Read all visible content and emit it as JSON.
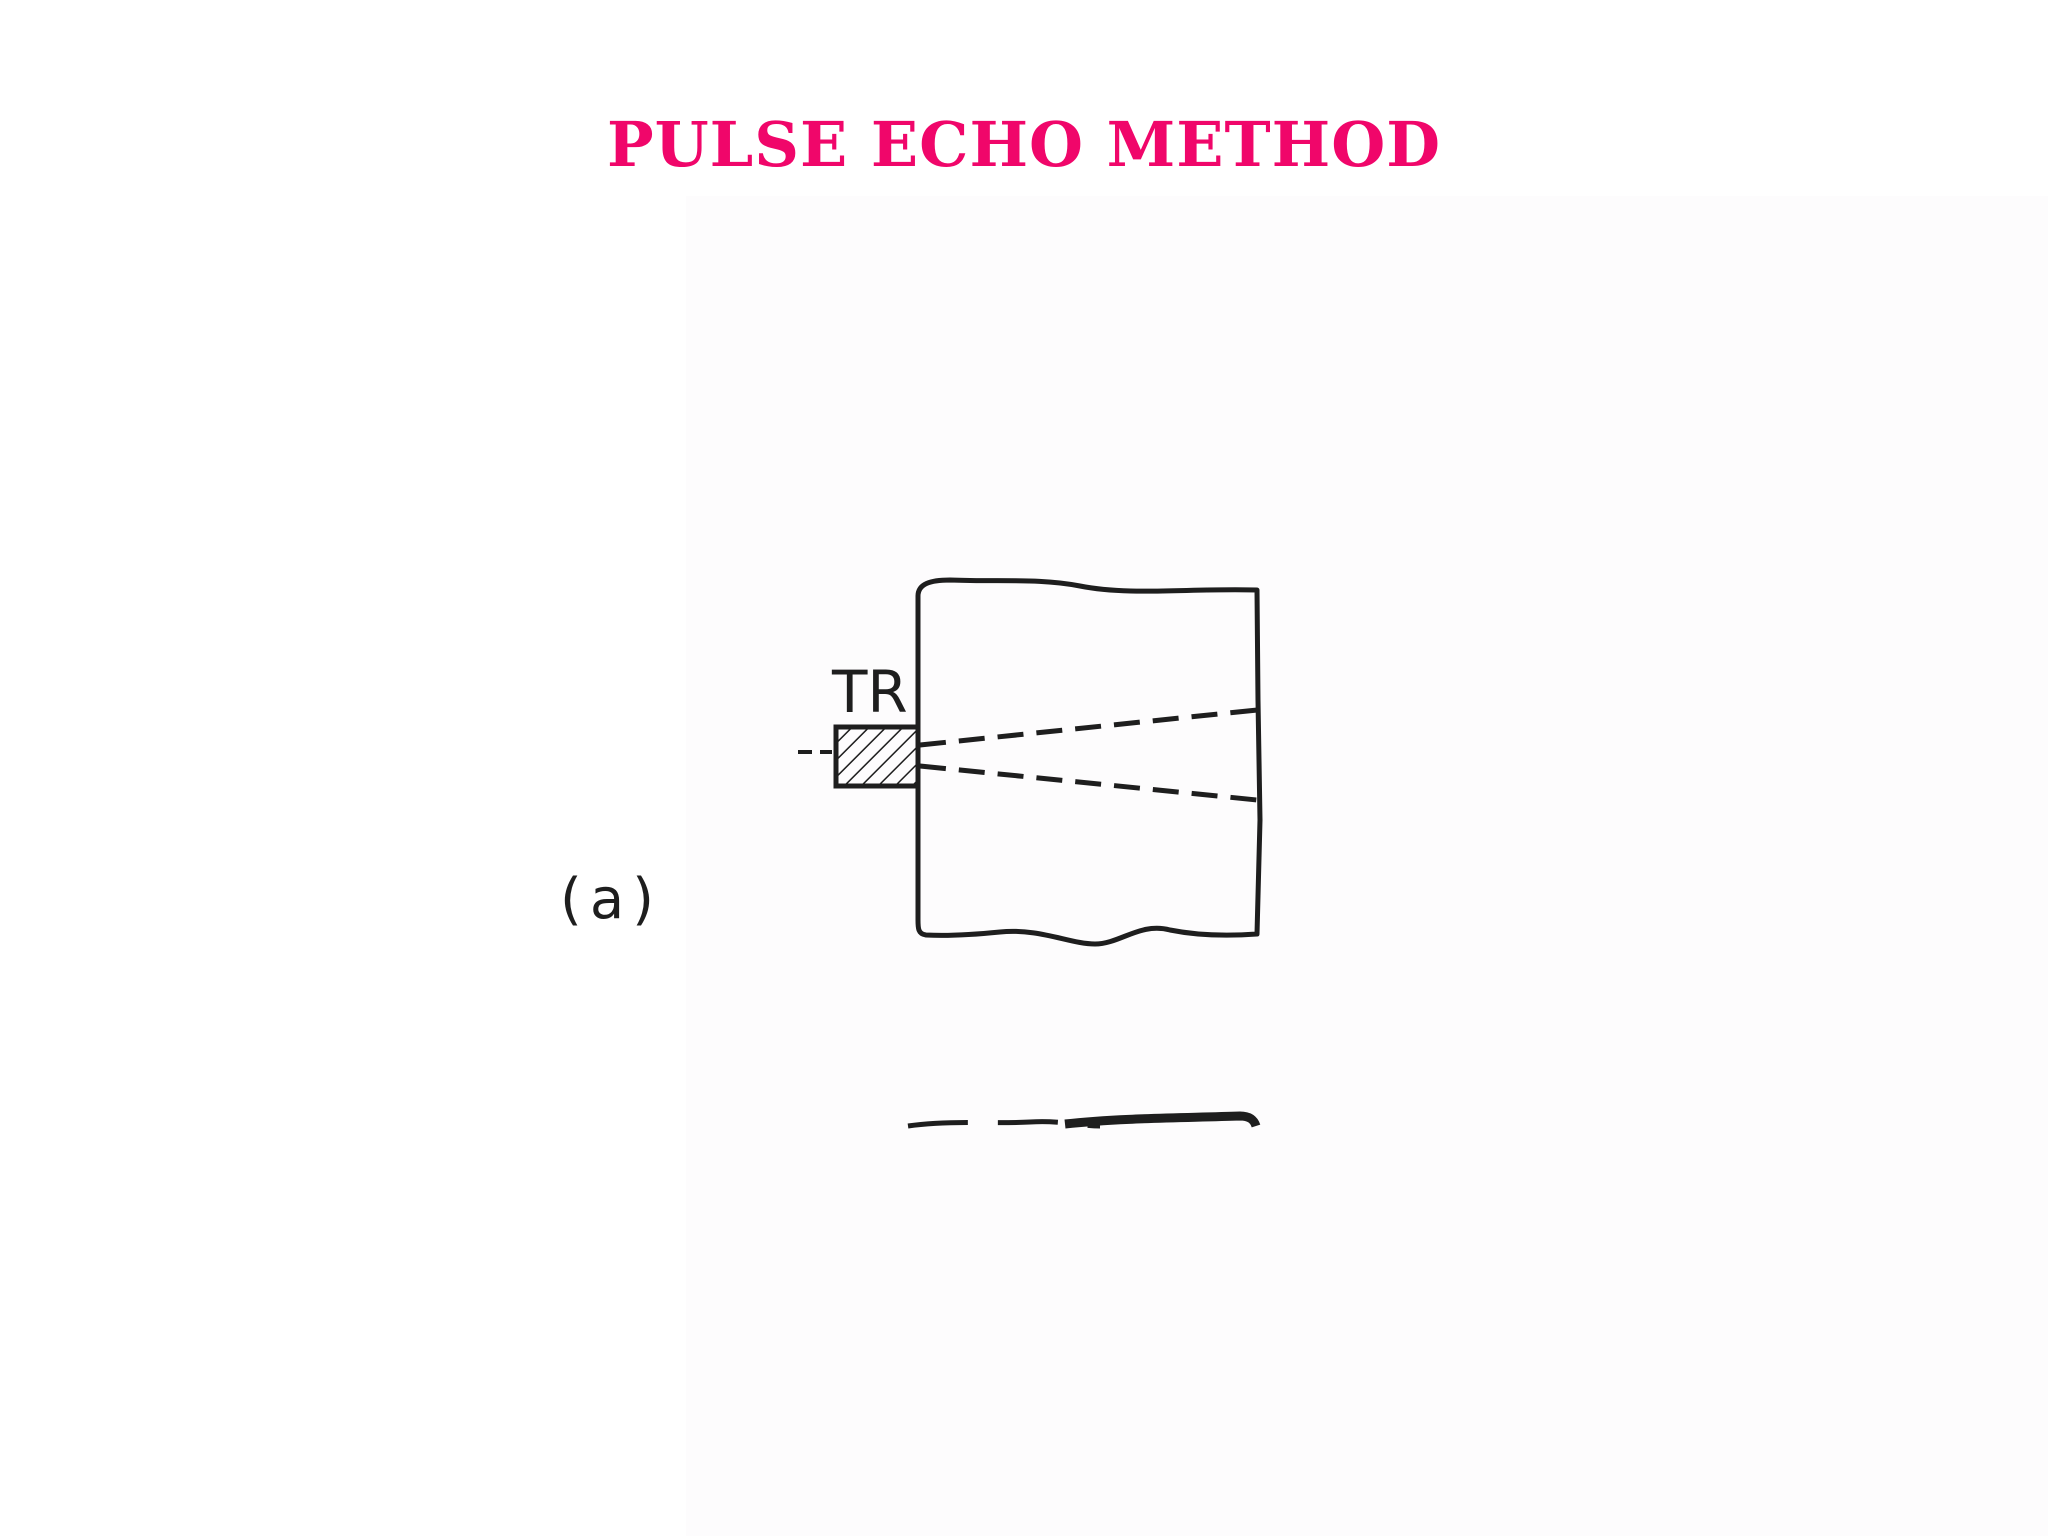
{
  "slide": {
    "title": "PULSE ECHO METHOD",
    "title_color": "#f0066a"
  },
  "diagram": {
    "transducer_label": "TR",
    "figure_label": "(a)",
    "ink_color": "#1e1e1e"
  }
}
